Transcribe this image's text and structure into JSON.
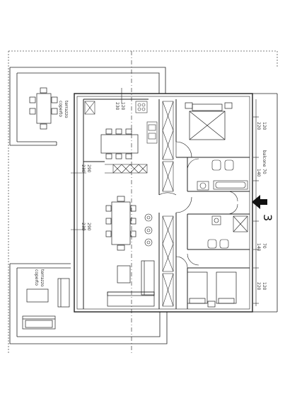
{
  "terraces": {
    "top": {
      "line1": "terrazzo",
      "line2": "coperto"
    },
    "bottom": {
      "line1": "terrazzo",
      "line2": "coperto"
    }
  },
  "dimensions": {
    "kitchen_120": "120",
    "kitchen_230": "230",
    "left_upper_290": "290",
    "left_upper_230": "230",
    "left_lower_290": "290",
    "left_lower_230": "230",
    "right_top_120": "120",
    "right_top_220": "220",
    "balcony_label": "balcone",
    "right_mid_70": "70",
    "right_mid_140": "140",
    "right_low_70": "70",
    "right_low_140": "140",
    "right_bottom_120": "120",
    "right_bottom_220": "220"
  },
  "north_arrow": {
    "label": "3"
  },
  "colors": {
    "line": "#222222",
    "dash": "#555555",
    "hatch": "#444444"
  }
}
